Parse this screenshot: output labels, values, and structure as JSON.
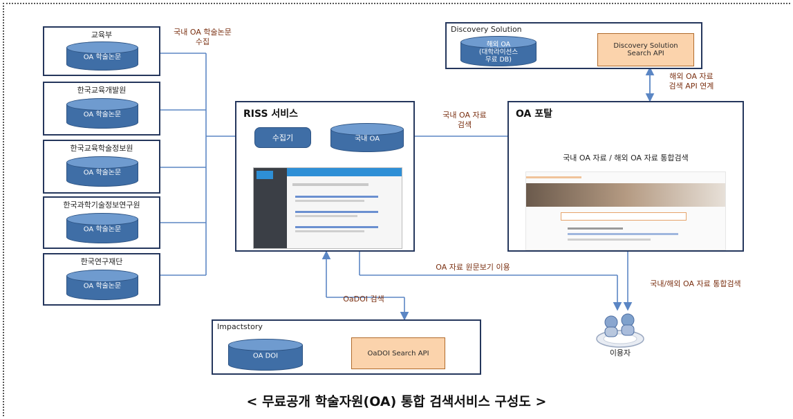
{
  "sources": {
    "items": [
      {
        "name": "교육부",
        "db": "OA 학술논문"
      },
      {
        "name": "한국교육개발원",
        "db": "OA 학술논문"
      },
      {
        "name": "한국교육학술정보원",
        "db": "OA 학술논문"
      },
      {
        "name": "한국과학기술정보연구원",
        "db": "OA 학술논문"
      },
      {
        "name": "한국연구재단",
        "db": "OA 학술논문"
      }
    ],
    "collect_label": "국내 OA 학술논문\n수집"
  },
  "riss": {
    "title": "RISS 서비스",
    "collector": "수집기",
    "db": "국내 OA"
  },
  "oa_portal": {
    "title": "OA 포탈",
    "search_label": "국내 OA 자료 / 해외 OA 자료 통합검색"
  },
  "discovery": {
    "title": "Discovery Solution",
    "db": "해외 OA\n(대학라이선스\n무료 DB)",
    "api": "Discovery Solution\nSearch API"
  },
  "impactstory": {
    "title": "Impactstory",
    "db": "OA DOI",
    "api": "OaDOI Search API"
  },
  "edges": {
    "domestic_search": "국내 OA 자료\n검색",
    "overseas_api": "해외 OA 자료\n검색 API 연계",
    "original_view": "OA 자료 원문보기 이용",
    "oadoi_search": "OaDOI 검색",
    "integrated_search": "국내/해외 OA 자료 통합검색"
  },
  "user": {
    "label": "이용자"
  },
  "caption": "< 무료공개 학술자원(OA) 통합 검색서비스 구성도 >",
  "colors": {
    "box_border": "#24365c",
    "cylinder": "#3f6ea6",
    "api_fill": "#fbd3ac",
    "edge_label": "#7a2f10",
    "line": "#5b86c4"
  }
}
